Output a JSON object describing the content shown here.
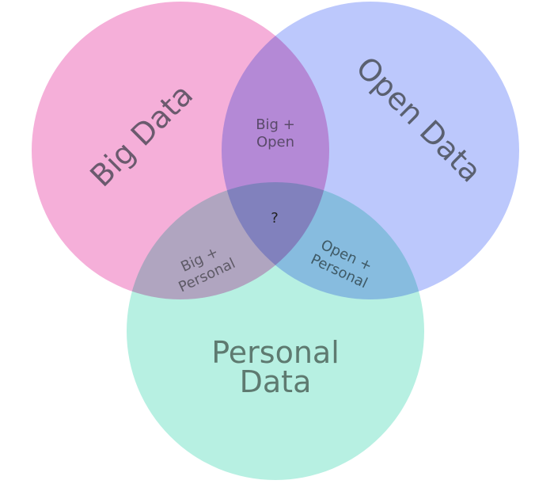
{
  "colors": {
    "big": "#f5afd9",
    "open": "#bcc8fc",
    "personal": "#b7f0e2",
    "label": "#5e5a6e"
  },
  "sets": {
    "big": "Big Data",
    "open": "Open Data",
    "personal_line1": "Personal",
    "personal_line2": "Data"
  },
  "intersections": {
    "big_open_line1": "Big +",
    "big_open_line2": "Open",
    "big_personal_line1": "Big +",
    "big_personal_line2": "Personal",
    "open_personal_line1": "Open +",
    "open_personal_line2": "Personal",
    "all": "?"
  }
}
